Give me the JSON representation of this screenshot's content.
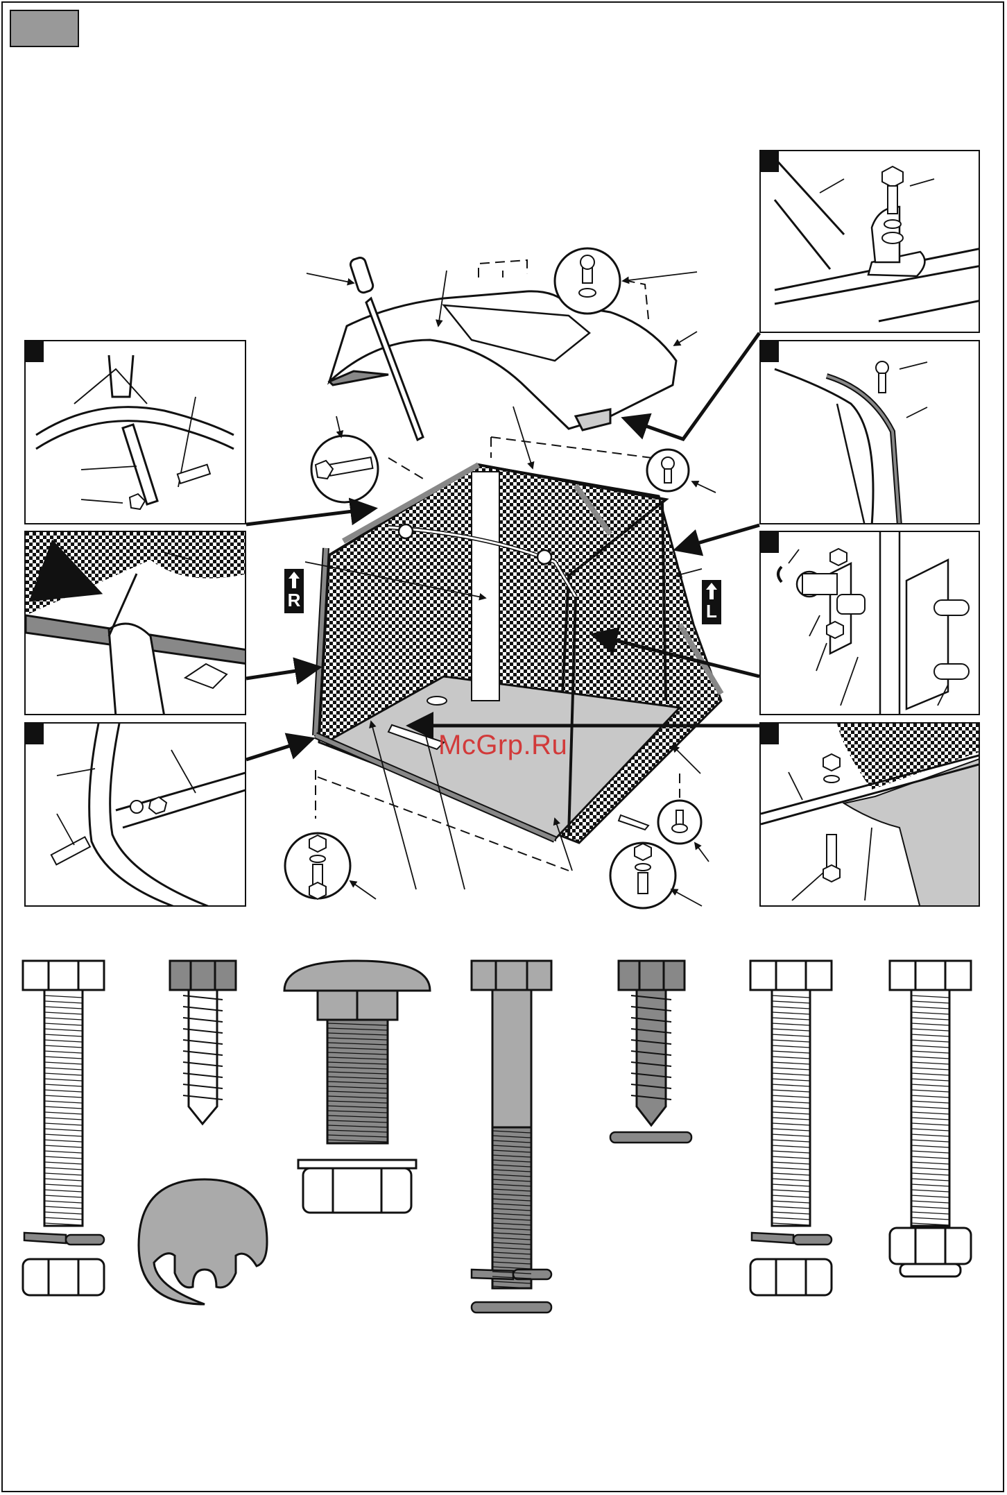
{
  "watermark": "McGrp.Ru",
  "direction_tags": {
    "right": "R",
    "left": "L"
  },
  "icons": {
    "main": "assembly-exploded-icon",
    "hardware": "fastener-kit-icon"
  },
  "colors": {
    "badge": "#999999",
    "ink": "#111111",
    "fill_gray": "#c8c8c8",
    "dark_gray": "#888888",
    "watermark": "#d23a3a"
  }
}
